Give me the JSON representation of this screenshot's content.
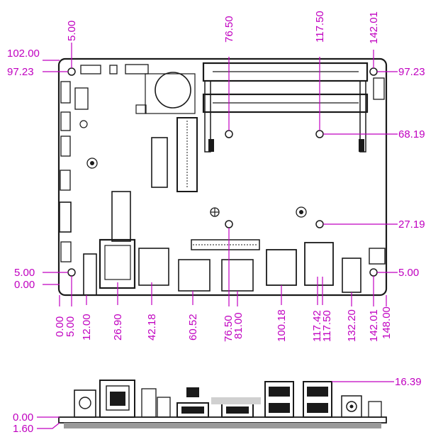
{
  "diagram": {
    "top_view": {
      "left_labels": [
        "102.00",
        "97.23",
        "5.00",
        "0.00"
      ],
      "right_labels": [
        "97.23",
        "68.19",
        "27.19",
        "5.00"
      ],
      "top_labels": [
        "5.00",
        "76.50",
        "117.50",
        "142.01"
      ],
      "bottom_labels": [
        "0.00",
        "5.00",
        "12.00",
        "26.90",
        "42.18",
        "60.52",
        "76.50",
        "81.00",
        "100.18",
        "117.42",
        "117.50",
        "132.20",
        "142.01",
        "148.00"
      ]
    },
    "side_view": {
      "left_labels": [
        "0.00",
        "1.60"
      ],
      "right_labels": [
        "16.39"
      ]
    }
  },
  "colors": {
    "dimension": "#c000c0",
    "outline": "#1a1a1a"
  }
}
